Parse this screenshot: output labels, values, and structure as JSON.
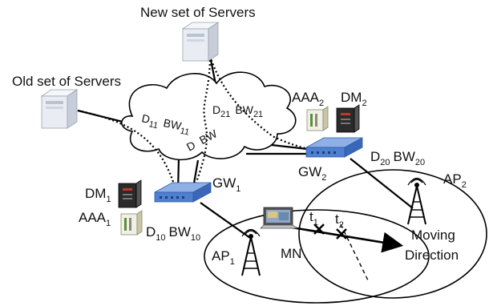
{
  "labels": {
    "new_servers": "New set of Servers",
    "old_servers": "Old set of Servers",
    "aaa": "AAA",
    "dm": "DM",
    "gw": "GW",
    "ap": "AP",
    "mn": "MN",
    "t": "t",
    "d": "D",
    "bw": "BW",
    "moving": "Moving",
    "direction": "Direction"
  },
  "subscripts": {
    "one": "1",
    "two": "2",
    "d11": "11",
    "bw11": "11",
    "d21": "21",
    "bw21": "21",
    "d20": "20",
    "bw20": "20",
    "d10": "10",
    "bw10": "10"
  },
  "colors": {
    "line": "#000000",
    "cloud_fill": "#ffffff",
    "router_top": "#7fa3e0",
    "router_side": "#3f6fc4",
    "server_body": "#e9edf3",
    "server_side": "#c7ced9"
  },
  "icons": {
    "server": "server-icon",
    "router": "router-icon",
    "antenna": "antenna-tower-icon",
    "laptop": "laptop-icon",
    "aaa": "aaa-server-icon",
    "dm": "dm-server-icon"
  }
}
